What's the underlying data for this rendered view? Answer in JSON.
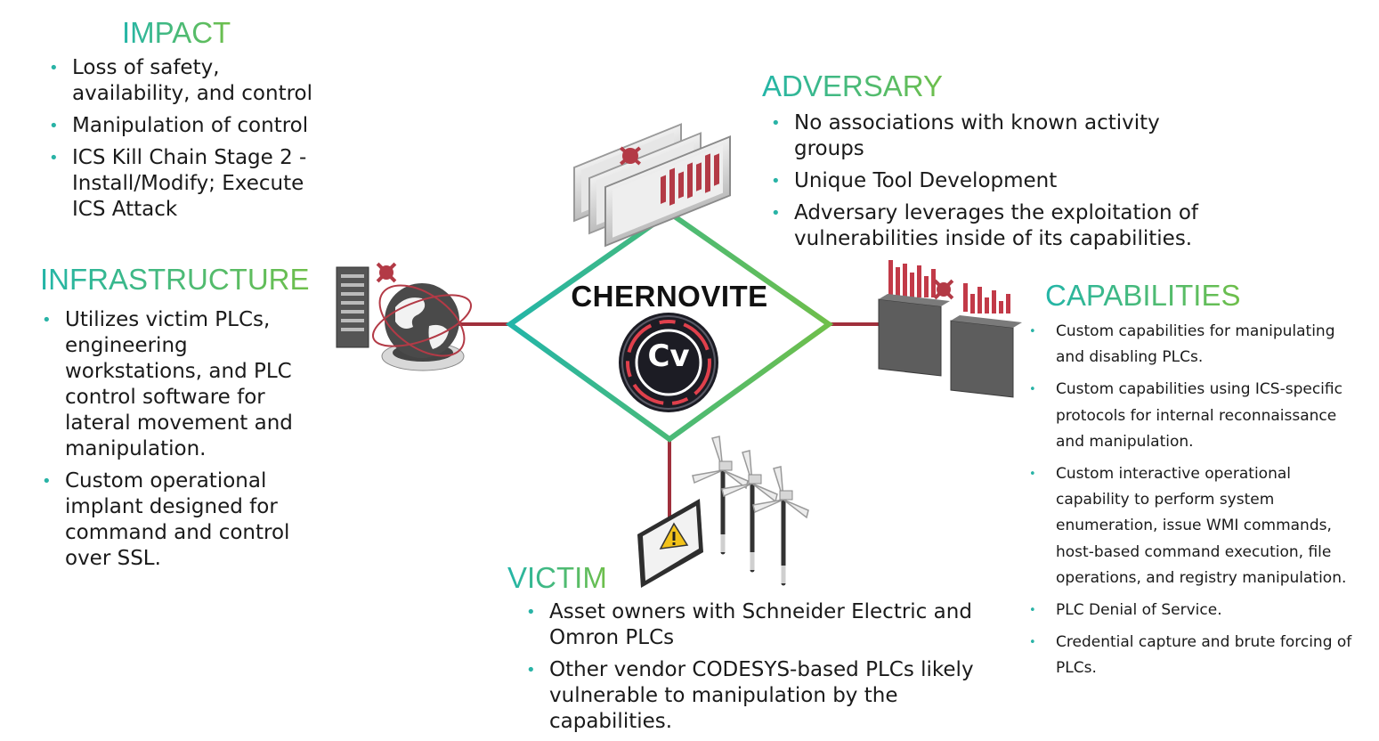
{
  "colors": {
    "heading_start": "#23b5a8",
    "heading_end": "#6fbf4a",
    "connector": "#a0303c",
    "diamond_left": "#23b5a8",
    "diamond_right": "#6fbf4a"
  },
  "center": {
    "title": "CHERNOVITE",
    "logo_text": "Cv"
  },
  "impact": {
    "heading": "IMPACT",
    "items": [
      "Loss of safety, availability, and control",
      "Manipulation of control",
      "ICS Kill Chain Stage 2 - Install/Modify; Execute ICS Attack"
    ]
  },
  "adversary": {
    "heading": "ADVERSARY",
    "items": [
      "No associations with known activity groups",
      "Unique Tool Development",
      "Adversary leverages the exploitation of vulnerabilities inside of its capabilities."
    ]
  },
  "infrastructure": {
    "heading": "INFRASTRUCTURE",
    "items": [
      "Utilizes victim PLCs, engineering workstations, and PLC control software for lateral movement and manipulation.",
      "Custom operational implant designed for command and control over SSL."
    ]
  },
  "capabilities": {
    "heading": "CAPABILITIES",
    "items": [
      "Custom capabilities for manipulating and disabling PLCs.",
      "Custom capabilities using ICS-specific protocols for internal reconnaissance and manipulation.",
      "Custom interactive operational capability to perform system enumeration, issue WMI commands, host-based command execution, file operations, and registry manipulation.",
      "PLC Denial of Service.",
      "Credential capture and brute forcing of PLCs."
    ]
  },
  "victim": {
    "heading": "VICTIM",
    "items": [
      "Asset owners with Schneider Electric and Omron PLCs",
      "Other vendor CODESYS-based PLCs likely vulnerable to manipulation by the capabilities."
    ]
  },
  "icons": {
    "adversary": "hacker-screens-icon",
    "infrastructure": "server-globe-icon",
    "capabilities": "malware-folders-icon",
    "victim": "wind-turbines-monitor-icon"
  }
}
